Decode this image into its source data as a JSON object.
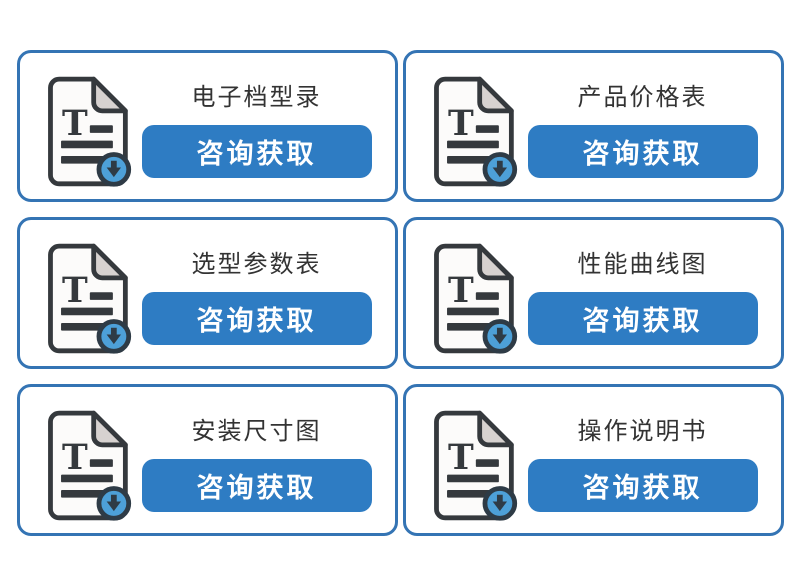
{
  "colors": {
    "card_border": "#3474b4",
    "button_bg": "#2e7cc3",
    "button_text": "#ffffff",
    "title_text": "#333333",
    "badge_blue": "#4da0d8",
    "icon_outline": "#35393d",
    "fold_gray": "#d7d2d0"
  },
  "icon": {
    "name": "document-download-icon"
  },
  "cards": [
    {
      "title": "电子档型录",
      "button_label": "咨询获取"
    },
    {
      "title": "产品价格表",
      "button_label": "咨询获取"
    },
    {
      "title": "选型参数表",
      "button_label": "咨询获取"
    },
    {
      "title": "性能曲线图",
      "button_label": "咨询获取"
    },
    {
      "title": "安装尺寸图",
      "button_label": "咨询获取"
    },
    {
      "title": "操作说明书",
      "button_label": "咨询获取"
    }
  ]
}
